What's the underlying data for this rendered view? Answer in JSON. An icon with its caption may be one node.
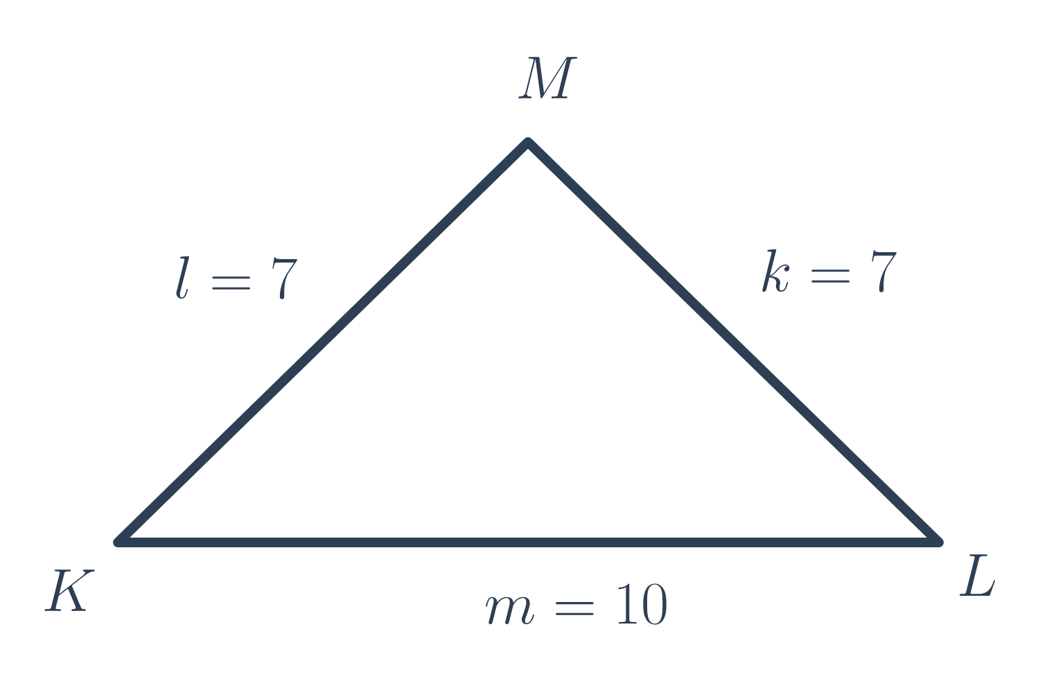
{
  "diagram": {
    "labels": [
      "M",
      "l = 7",
      "k = 7",
      "K",
      "m = 10",
      "L"
    ]
  }
}
